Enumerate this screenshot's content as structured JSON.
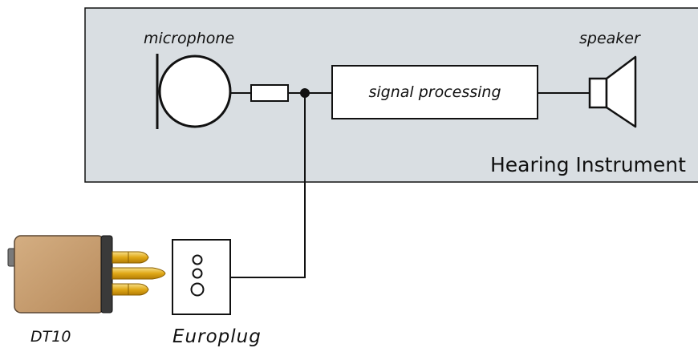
{
  "labels": {
    "microphone": "microphone",
    "speaker": "speaker",
    "signal_processing": "signal processing",
    "hearing_instrument": "Hearing Instrument",
    "dt10": "DT10",
    "europlug": "Europlug"
  },
  "colors": {
    "panel_fill": "#d9dee2",
    "line": "#111111",
    "device_body": "#c49a6c",
    "device_cap": "#3a3a3a",
    "prong": "#e3ad1c"
  }
}
